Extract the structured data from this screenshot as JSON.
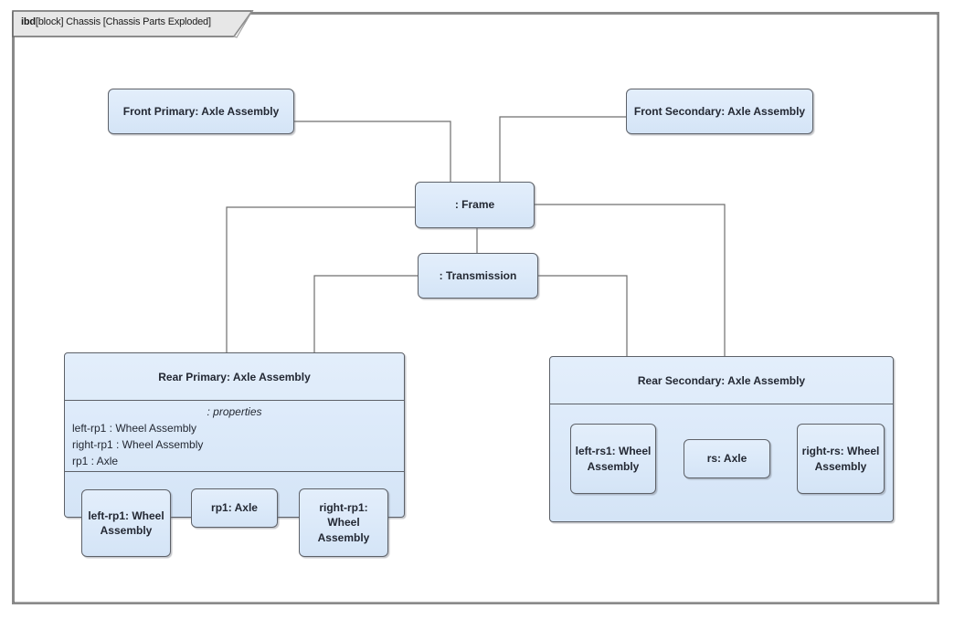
{
  "tab": {
    "keyword": "ibd",
    "rest": "[block] Chassis [Chassis Parts Exploded]"
  },
  "colors": {
    "node_fill": "#dbe9f9",
    "node_border": "#5d6168",
    "connector": "#6f6f6f",
    "tab_fill": "#e7e7e7",
    "text": "#232833"
  },
  "nodes": {
    "front_primary": {
      "label": "Front Primary: Axle Assembly"
    },
    "front_secondary": {
      "label": "Front Secondary: Axle Assembly"
    },
    "frame": {
      "label": ": Frame"
    },
    "transmission": {
      "label": ": Transmission"
    },
    "rear_primary": {
      "label": "Rear Primary: Axle Assembly",
      "properties_header": ": properties",
      "properties": [
        "left-rp1 : Wheel Assembly",
        "right-rp1 : Wheel Assembly",
        "rp1 : Axle"
      ],
      "parts": {
        "left": {
          "label": [
            "left-rp1: Wheel",
            "Assembly"
          ]
        },
        "axle": {
          "label": "rp1: Axle"
        },
        "right": {
          "label": [
            "right-rp1:",
            "Wheel",
            "Assembly"
          ]
        }
      }
    },
    "rear_secondary": {
      "label": "Rear Secondary: Axle Assembly",
      "parts": {
        "left": {
          "label": [
            "left-rs1: Wheel",
            "Assembly"
          ]
        },
        "axle": {
          "label": "rs: Axle"
        },
        "right": {
          "label": [
            "right-rs: Wheel",
            "Assembly"
          ]
        }
      }
    }
  }
}
